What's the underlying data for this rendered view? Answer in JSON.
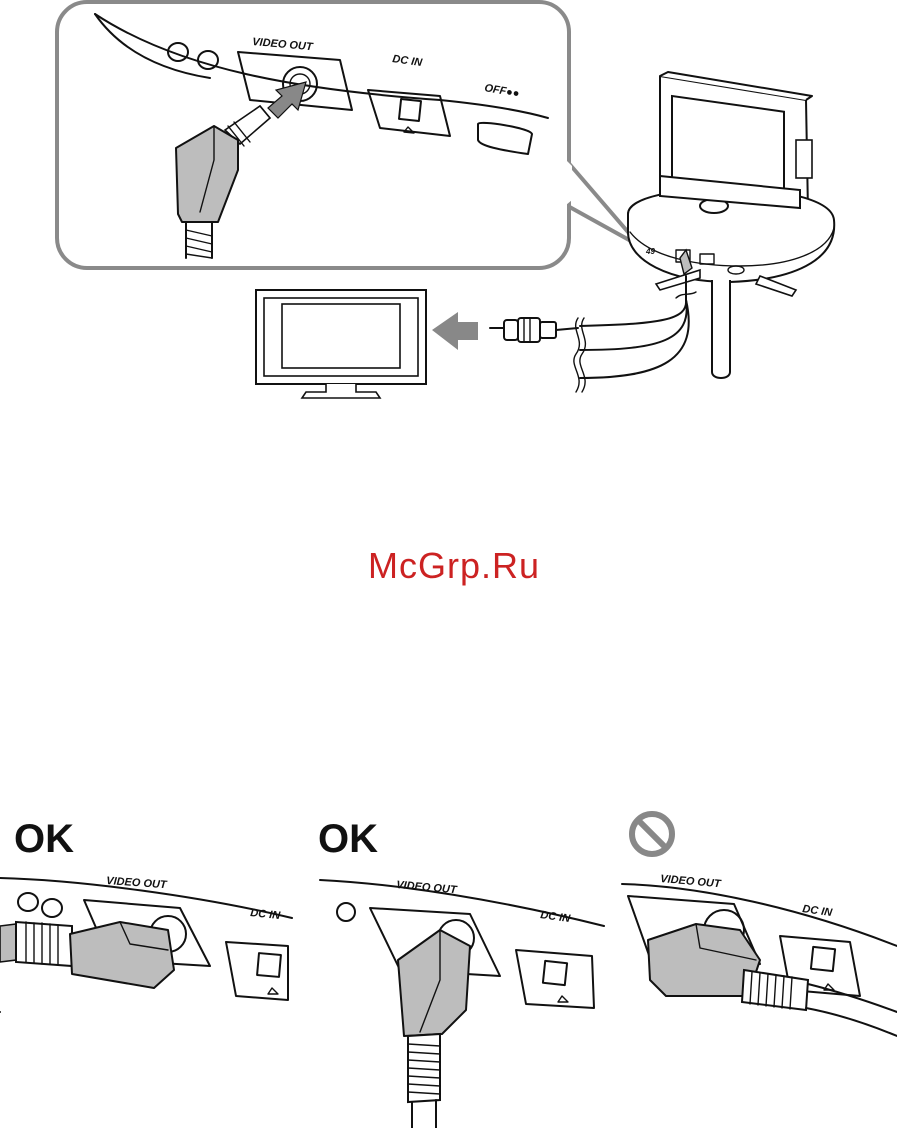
{
  "top_panel": {
    "labels": {
      "video_out": "VIDEO OUT",
      "dc_in": "DC IN",
      "off": "OFF●●"
    },
    "arrow_color": "#888888",
    "plug_color": "#bdbdbd"
  },
  "watermark": {
    "text": "McGrp.Ru",
    "color": "#cc2222"
  },
  "bottom_panels": [
    {
      "status": "OK",
      "video_out": "VIDEO OUT",
      "dc_in": "DC IN"
    },
    {
      "status": "OK",
      "video_out": "VIDEO OUT",
      "dc_in": "DC IN"
    },
    {
      "status": "",
      "status_icon": "prohibited-icon",
      "video_out": "VIDEO OUT",
      "dc_in": "DC IN"
    }
  ]
}
